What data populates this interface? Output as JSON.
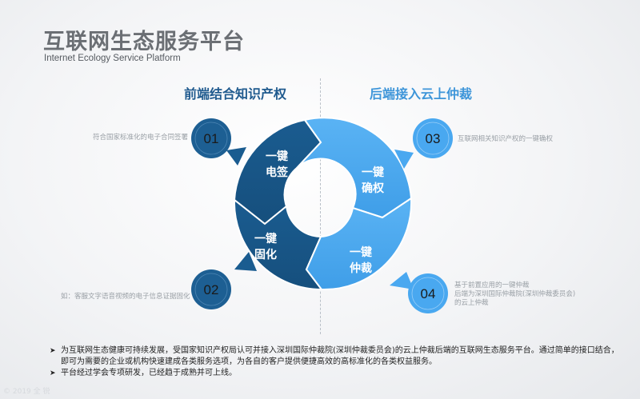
{
  "title": "互联网生态服务平台",
  "subtitle": "Internet Ecology Service Platform",
  "left_heading": "前端结合知识产权",
  "right_heading": "后端接入云上仲裁",
  "items": [
    {
      "num": "01",
      "line1": "一键",
      "line2": "电签",
      "desc": "符合国家标准化的电子合同签署",
      "color": "#1d5f93"
    },
    {
      "num": "02",
      "line1": "一键",
      "line2": "固化",
      "desc": "如：客服文字语音视频的电子信息证据固化",
      "color": "#1d5f93"
    },
    {
      "num": "03",
      "line1": "一键",
      "line2": "确权",
      "desc": "互联网相关知识产权的一键确权",
      "color": "#49a8f0"
    },
    {
      "num": "04",
      "line1": "一键",
      "line2": "仲裁",
      "desc_lines": [
        "基于前置应用的一键仲裁",
        "后端为深圳国际仲裁院(深圳仲裁委员会)",
        "的云上仲裁"
      ],
      "color": "#49a8f0"
    }
  ],
  "bullets": [
    "为互联网生态健康可持续发展，受国家知识产权局认可并接入深圳国际仲裁院(深圳仲裁委员会)的云上仲裁后端的互联网生态服务平台。通过简单的接口结合，即可为需要的企业或机构快速建成各类服务选项，为各自的客户提供便捷高效的高标准化的各类权益服务。",
    "平台经过学会专项研发，已经趋于成熟并可上线。"
  ],
  "footer": "© 2019 全  锐"
}
